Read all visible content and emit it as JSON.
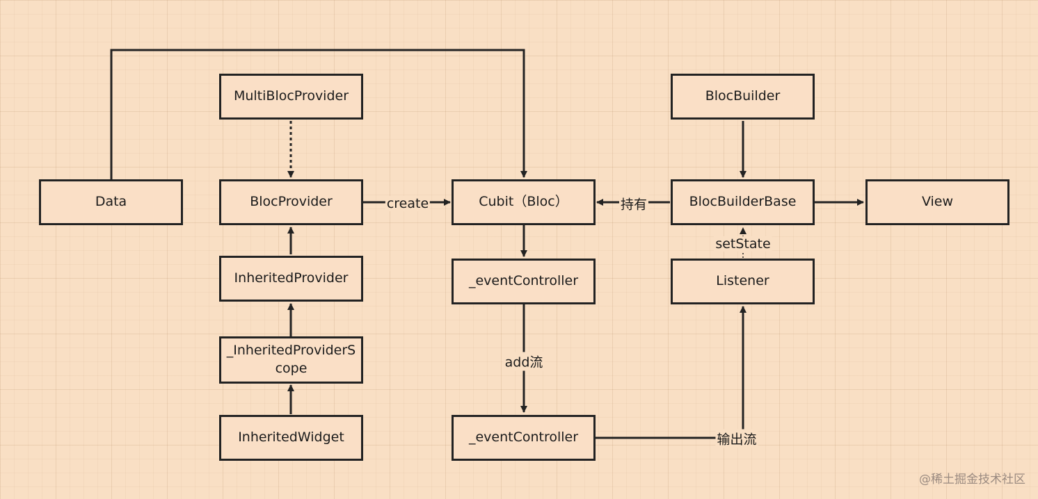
{
  "nodes": {
    "data": "Data",
    "multi_bloc_provider": "MultiBlocProvider",
    "bloc_provider": "BlocProvider",
    "inherited_provider": "InheritedProvider",
    "inherited_provider_scope": "_InheritedProviderScope",
    "inherited_widget": "InheritedWidget",
    "cubit": "Cubit（Bloc）",
    "event_controller_1": "_eventController",
    "event_controller_2": "_eventController",
    "bloc_builder": "BlocBuilder",
    "bloc_builder_base": "BlocBuilderBase",
    "listener": "Listener",
    "view": "View"
  },
  "edge_labels": {
    "create": "create",
    "hold": "持有",
    "add_stream": "add流",
    "output_stream": "输出流",
    "set_state": "setState"
  },
  "watermark": "@稀土掘金技术社区",
  "colors": {
    "line": "#222222",
    "background": "#f9dfc4"
  }
}
